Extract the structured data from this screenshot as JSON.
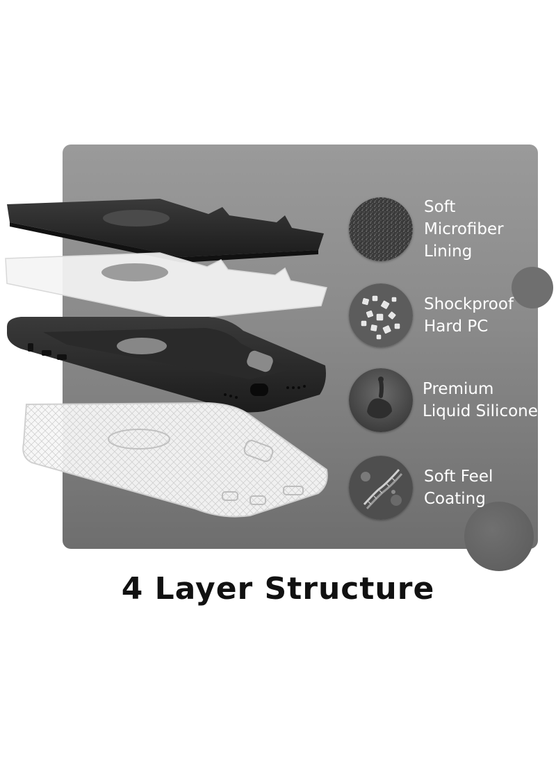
{
  "features": [
    {
      "label": "Soft\nMicrofiber\nLining",
      "icon": "microfiber-texture-icon"
    },
    {
      "label": "Shockproof\nHard PC",
      "icon": "pc-crystals-icon"
    },
    {
      "label": "Premium\nLiquid Silicone",
      "icon": "liquid-silicone-icon"
    },
    {
      "label": "Soft Feel\nCoating",
      "icon": "dna-coating-icon"
    }
  ],
  "title": "4 Layer Structure",
  "colors": {
    "panel": "#8a8a8a",
    "dark_layer": "#222222",
    "text_light": "#ffffff",
    "title": "#111111"
  }
}
